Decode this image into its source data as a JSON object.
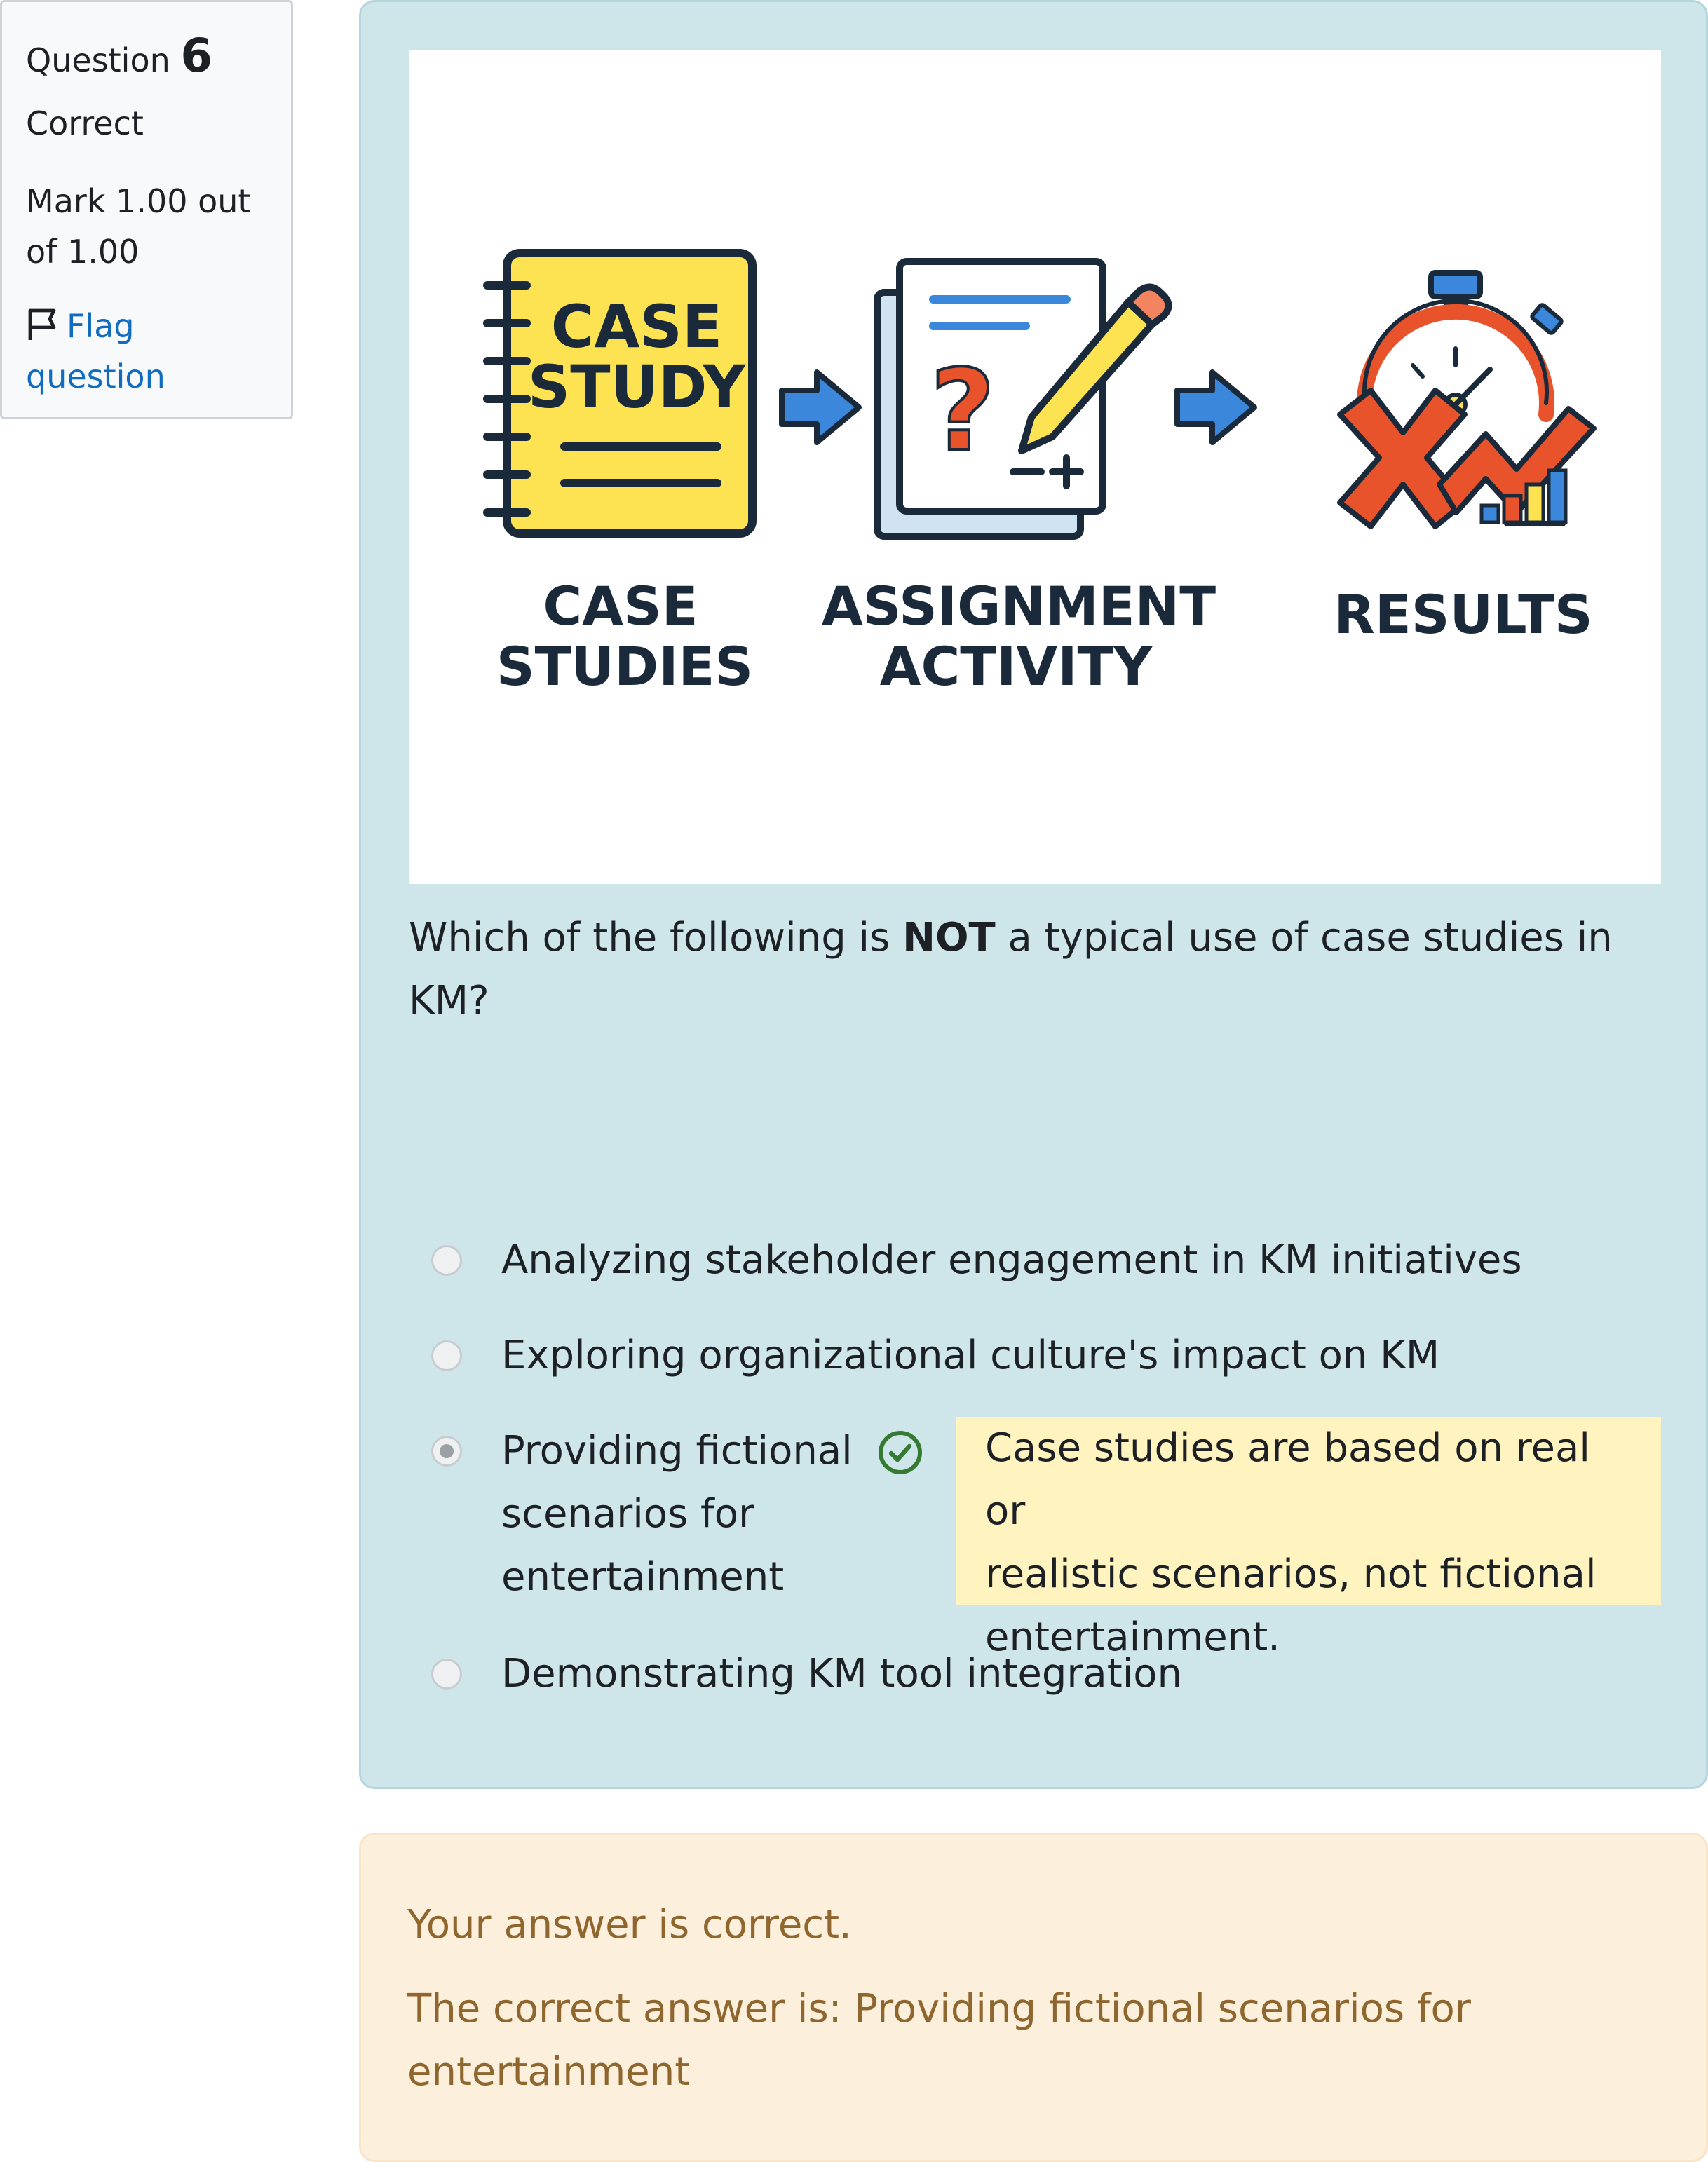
{
  "info": {
    "question_label": "Question",
    "question_number": "6",
    "state": "Correct",
    "grade": "Mark 1.00 out of 1.00",
    "flag_label": "Flag question"
  },
  "illustration": {
    "notebook_title_1": "CASE",
    "notebook_title_2": "STUDY",
    "caption_1_line1": "CASE",
    "caption_1_line2": "STUDIES",
    "caption_2_line1": "ASSIGNMENT",
    "caption_2_line2": "ACTIVITY",
    "caption_3": "RESULTS"
  },
  "question": {
    "text_before": "Which of the following is ",
    "text_bold": "NOT",
    "text_after": " a typical use of case studies in KM?"
  },
  "answers": [
    {
      "label": "Analyzing stakeholder engagement in KM initiatives",
      "checked": false
    },
    {
      "label": "Exploring organizational culture's impact on KM",
      "checked": false
    },
    {
      "label_line1": "Providing fictional",
      "label_line2": "scenarios for",
      "label_line3": "entertainment",
      "checked": true
    },
    {
      "label": "Demonstrating KM tool integration",
      "checked": false
    }
  ],
  "specific_feedback": {
    "line1": "Case studies are based on real or",
    "line2": "realistic scenarios, not fictional",
    "line3": "entertainment."
  },
  "outcome": {
    "feedback": "Your answer is correct.",
    "right_answer": "The correct answer is: Providing fictional scenarios for entertainment"
  },
  "colors": {
    "formulation_bg": "#cee6ea",
    "outcome_bg": "#fcefdc",
    "feedback_bg": "#fff3bf",
    "link": "#0f6cbf",
    "correct_icon": "#357a32"
  },
  "icons": [
    "flag-icon",
    "notebook-icon",
    "arrow-right-icon",
    "assignment-icon",
    "pencil-icon",
    "stopwatch-icon",
    "cross-icon",
    "bar-chart-icon",
    "check-circle-icon"
  ]
}
